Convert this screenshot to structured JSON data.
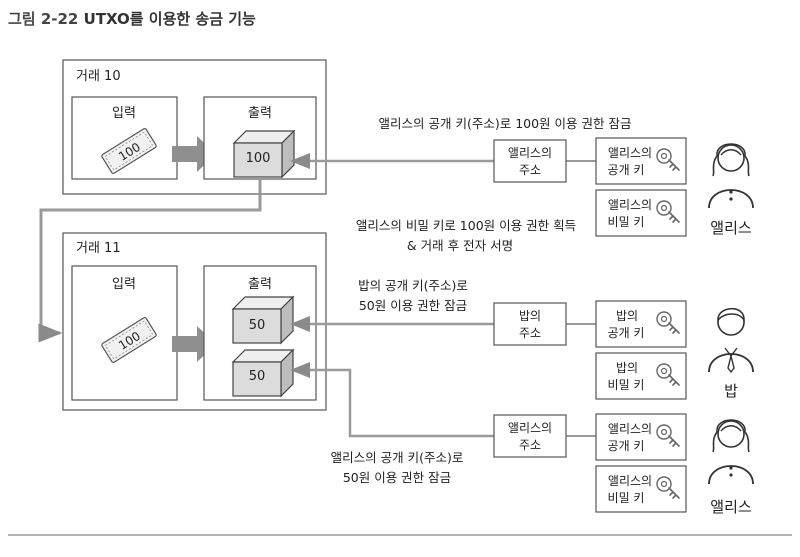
{
  "figure": {
    "number": "그림 2-22",
    "title": "UTXO를 이용한 송금 기능"
  },
  "tx10": {
    "label": "거래 10",
    "input_label": "입력",
    "output_label": "출력",
    "input_value": "100",
    "output_value": "100"
  },
  "tx11": {
    "label": "거래 11",
    "input_label": "입력",
    "output_label": "출력",
    "input_value": "100",
    "output1_value": "50",
    "output2_value": "50"
  },
  "annotations": {
    "lock_alice_line1": "앨리스의 공개 키(주소)로 100원 이용 권한 잠금",
    "unlock_line1": "앨리스의 비밀 키로 100원 이용 권한 획득",
    "unlock_line2": "& 거래 후 전자 서명",
    "lock_bob_line1": "밥의 공개 키(주소)로",
    "lock_bob_line2": "50원 이용 권한 잠금",
    "lock_alice2_line1": "앨리스의 공개 키(주소)로",
    "lock_alice2_line2": "50원 이용 권한 잠금"
  },
  "boxes": {
    "alice_addr_1_l1": "앨리스의",
    "alice_addr_1_l2": "주소",
    "alice_pub_1_l1": "앨리스의",
    "alice_pub_1_l2": "공개 키",
    "alice_priv_1_l1": "앨리스의",
    "alice_priv_1_l2": "비밀 키",
    "bob_addr_l1": "밥의",
    "bob_addr_l2": "주소",
    "bob_pub_l1": "밥의",
    "bob_pub_l2": "공개 키",
    "bob_priv_l1": "밥의",
    "bob_priv_l2": "비밀 키",
    "alice_addr_2_l1": "앨리스의",
    "alice_addr_2_l2": "주소",
    "alice_pub_2_l1": "앨리스의",
    "alice_pub_2_l2": "공개 키",
    "alice_priv_2_l1": "앨리스의",
    "alice_priv_2_l2": "비밀 키"
  },
  "people": {
    "alice_1": "앨리스",
    "bob": "밥",
    "alice_2": "앨리스"
  },
  "icons": [
    "key-icon",
    "person-female-icon",
    "person-male-icon",
    "coin-bill-icon",
    "package-box-icon",
    "arrow-icon"
  ]
}
